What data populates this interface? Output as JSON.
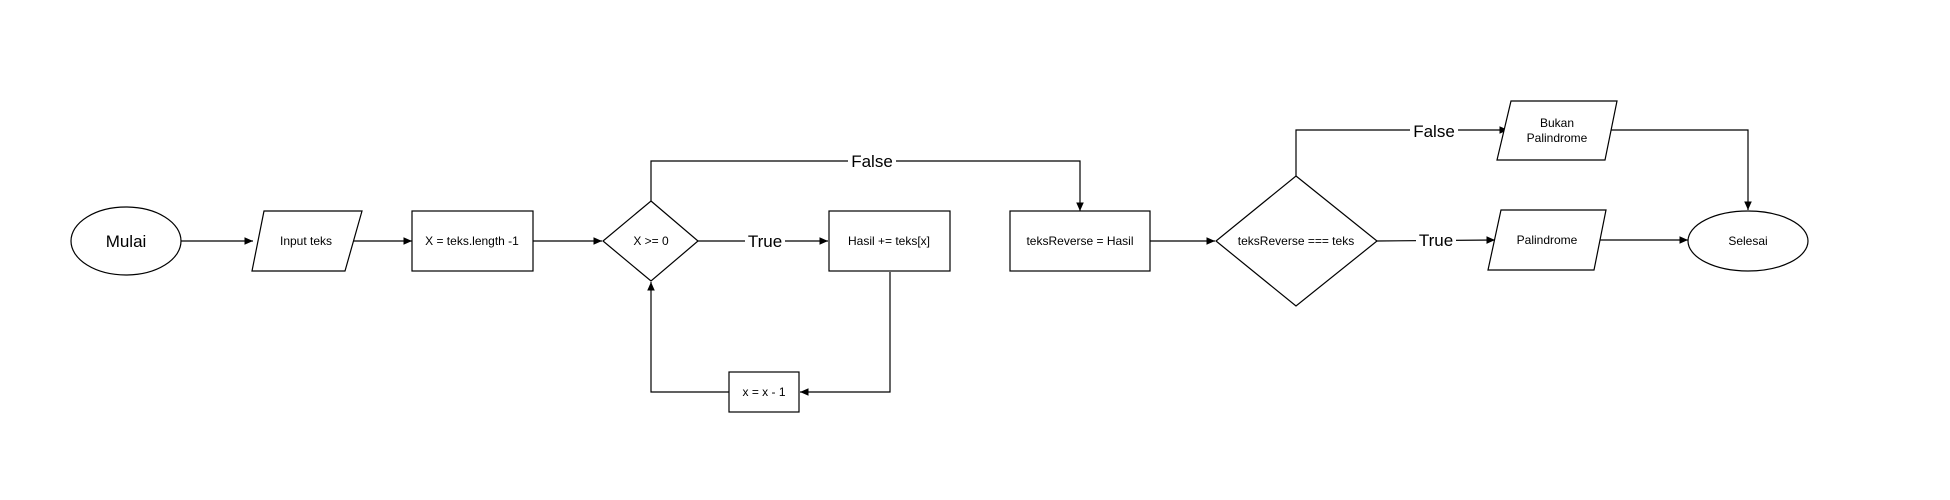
{
  "diagram": {
    "nodes": {
      "mulai": "Mulai",
      "input_teks": "Input teks",
      "init_x": "X = teks.length -1",
      "cond_loop": "X >= 0",
      "append": "Hasil += teks[x]",
      "decrement": "x = x - 1",
      "assign_reverse": "teksReverse = Hasil",
      "cond_palindrome": "teksReverse === teks",
      "bukan_line1": "Bukan",
      "bukan_line2": "Palindrome",
      "palindrome": "Palindrome",
      "selesai": "Selesai"
    },
    "edges": {
      "loop_true": "True",
      "loop_false": "False",
      "pal_true": "True",
      "pal_false": "False"
    }
  },
  "colors": {
    "stroke": "#000000",
    "background": "#ffffff"
  }
}
